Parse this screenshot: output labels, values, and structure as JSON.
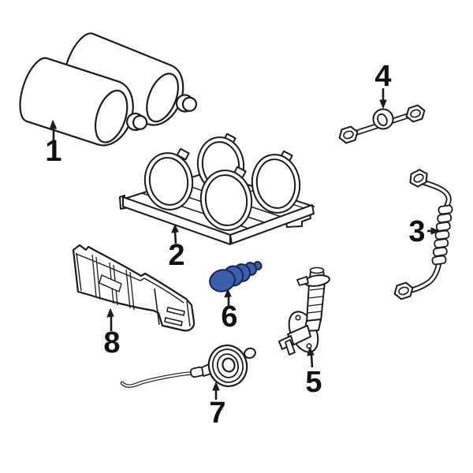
{
  "diagram": {
    "type": "exploded-parts-diagram",
    "background": "#ffffff",
    "line_color": "#1b1b1b",
    "highlight_color": "#3b5fae",
    "highlight_outline": "#15234d",
    "highlighted_callout": "6",
    "callouts": [
      {
        "label": "1"
      },
      {
        "label": "2"
      },
      {
        "label": "3"
      },
      {
        "label": "4"
      },
      {
        "label": "5"
      },
      {
        "label": "6"
      },
      {
        "label": "7"
      },
      {
        "label": "8"
      }
    ]
  }
}
